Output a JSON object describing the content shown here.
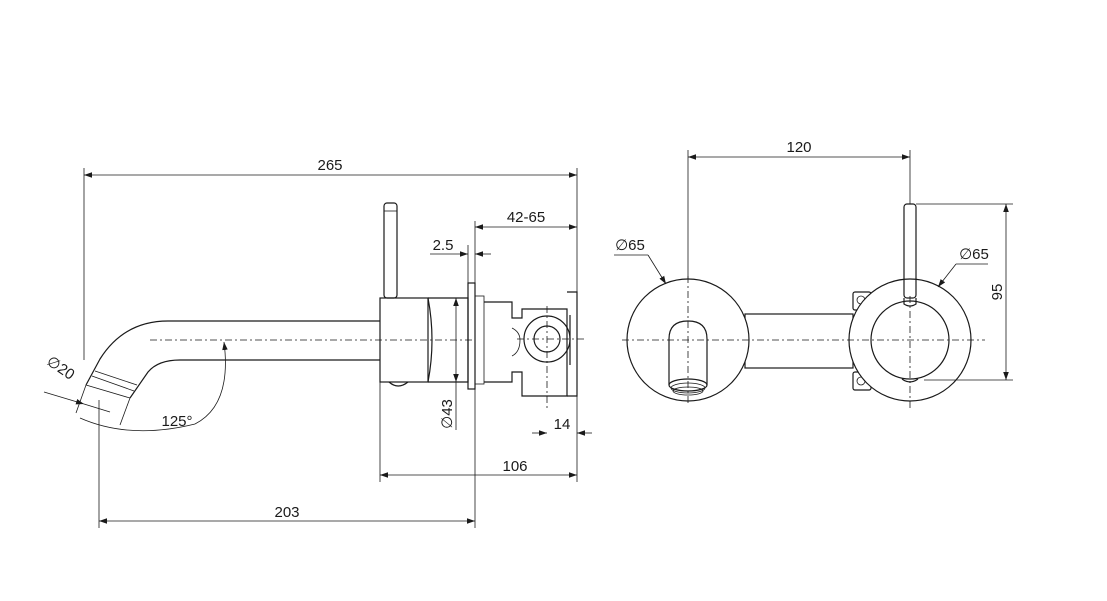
{
  "drawing": {
    "side_view": {
      "overall_length": "265",
      "wall_adjust": "42-65",
      "plate_thickness": "2.5",
      "spout_dia": "∅20",
      "spout_angle": "125°",
      "body_dia": "∅43",
      "valve_depth": "14",
      "body_projection": "106",
      "spout_reach": "203"
    },
    "front_view": {
      "centre_distance": "120",
      "left_plate_dia": "∅65",
      "right_plate_dia": "∅65",
      "handle_height": "95"
    }
  }
}
